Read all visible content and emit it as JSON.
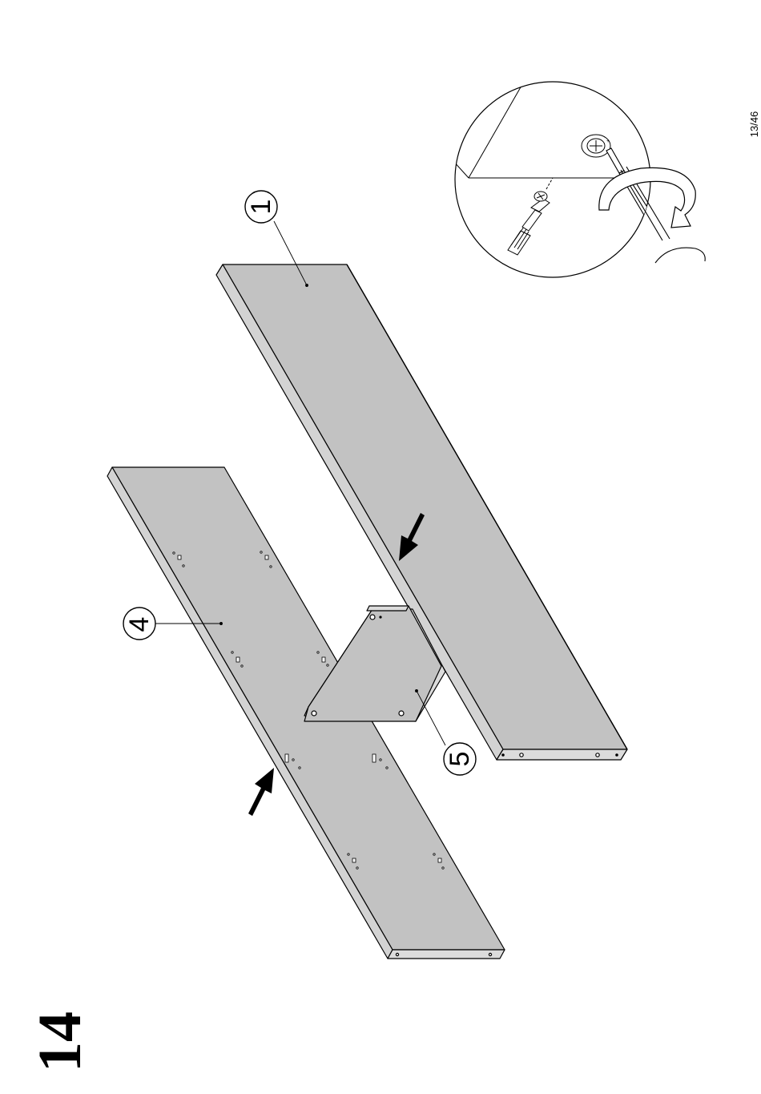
{
  "page": {
    "page_number": "13/46",
    "step_number": "14"
  },
  "parts": [
    {
      "id": "1",
      "label": "1"
    },
    {
      "id": "4",
      "label": "4"
    },
    {
      "id": "5",
      "label": "5"
    }
  ],
  "colors": {
    "panel": "#c2c2c2",
    "panel_edge": "#d6d6d6",
    "line": "#000000",
    "background": "#ffffff"
  },
  "icons": [
    "screwdriver-icon",
    "screw-icon",
    "rotation-arrow-icon",
    "cam-lock-icon",
    "direction-arrow-icon"
  ]
}
